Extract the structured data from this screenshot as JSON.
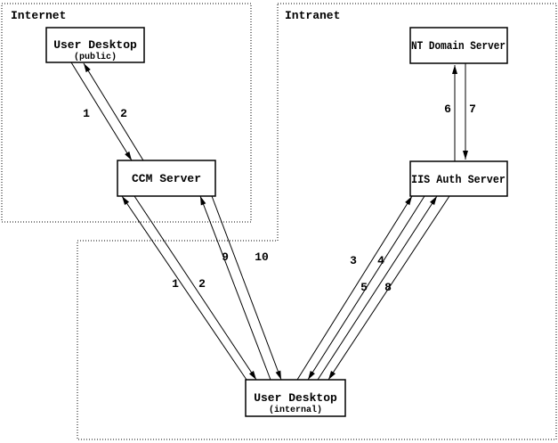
{
  "zones": {
    "internet": {
      "label": "Internet"
    },
    "intranet": {
      "label": "Intranet"
    }
  },
  "nodes": {
    "user_desktop_public": {
      "title": "User Desktop",
      "subtitle": "(public)"
    },
    "ccm_server": {
      "title": "CCM Server"
    },
    "nt_domain_server": {
      "title": "NT Domain Server"
    },
    "iis_auth_server": {
      "title": "IIS Auth Server"
    },
    "user_desktop_internal": {
      "title": "User Desktop",
      "subtitle": "(internal)"
    }
  },
  "edges": [
    {
      "label": "1",
      "from": "User Desktop (public)",
      "to": "CCM Server"
    },
    {
      "label": "2",
      "from": "CCM Server",
      "to": "User Desktop (public)"
    },
    {
      "label": "1",
      "from": "User Desktop (internal)",
      "to": "CCM Server"
    },
    {
      "label": "2",
      "from": "CCM Server",
      "to": "User Desktop (internal)"
    },
    {
      "label": "9",
      "from": "User Desktop (internal)",
      "to": "CCM Server"
    },
    {
      "label": "10",
      "from": "CCM Server",
      "to": "User Desktop (internal)"
    },
    {
      "label": "3",
      "from": "User Desktop (internal)",
      "to": "IIS Auth Server"
    },
    {
      "label": "4",
      "from": "IIS Auth Server",
      "to": "User Desktop (internal)"
    },
    {
      "label": "5",
      "from": "User Desktop (internal)",
      "to": "IIS Auth Server"
    },
    {
      "label": "8",
      "from": "IIS Auth Server",
      "to": "User Desktop (internal)"
    },
    {
      "label": "6",
      "from": "IIS Auth Server",
      "to": "NT Domain Server"
    },
    {
      "label": "7",
      "from": "NT Domain Server",
      "to": "IIS Auth Server"
    }
  ],
  "colors": {
    "ink": "#000000",
    "background": "#ffffff"
  }
}
